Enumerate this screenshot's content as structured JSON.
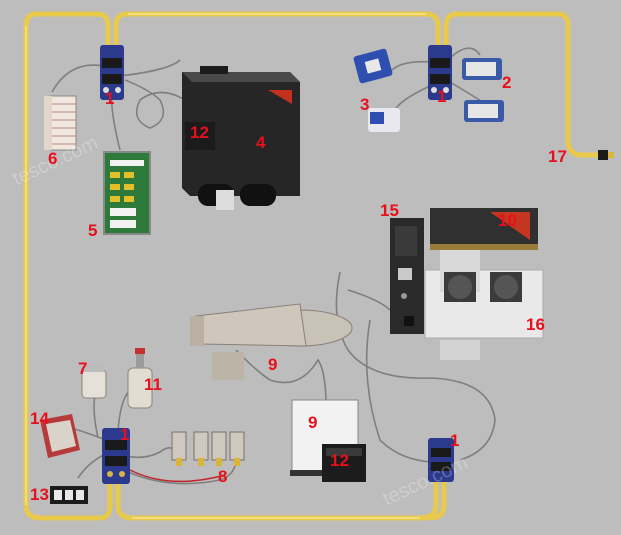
{
  "watermark": "tesco.com",
  "labels": {
    "hub_top_left": "1",
    "hub_top_right": "1",
    "hub_bottom_left": "1",
    "hub_bottom_right": "1",
    "drive_unit_top": "2",
    "drive_unit_left": "3",
    "controller_box": "4",
    "io_board": "5",
    "terminal_strip": "6",
    "motor_small": "7",
    "sensor_row": "8",
    "robot_arm": "9",
    "power_module": "9",
    "rack_card": "10",
    "motor_cylinder": "11",
    "sub_module_top": "12",
    "sub_module_bottom": "12",
    "switch_panel": "13",
    "connector_box": "14",
    "card_cage": "15",
    "fan_unit": "16",
    "cable_end": "17"
  },
  "colors": {
    "background": "#bdbdbd",
    "trunk_cable": "#e9c94a",
    "drop_cable": "#8c8c8c",
    "label": "#e8101c",
    "hub": "#2b3a8c"
  }
}
